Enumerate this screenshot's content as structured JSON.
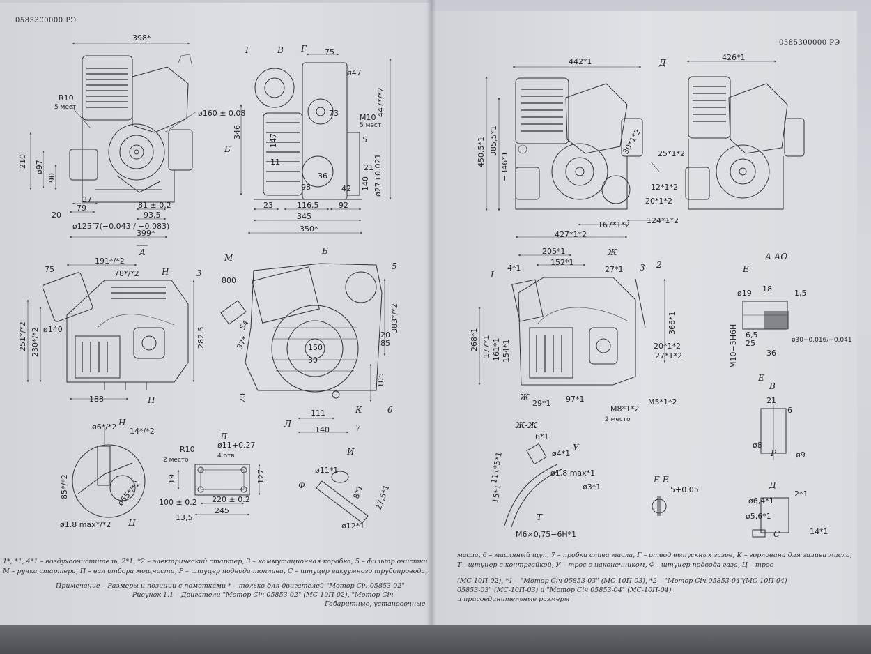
{
  "document_code_left": "0585300000 РЭ",
  "document_code_right": "0585300000 РЭ",
  "views": {
    "A": "А",
    "B": "Б",
    "N": "Н",
    "L": "Л",
    "I": "И",
    "AA": "А-АО",
    "ZhZh": "Ж-Ж",
    "EE": "Е-Е",
    "V": "В",
    "D": "Д",
    "E": "Е"
  },
  "letters": {
    "I": "I",
    "V": "В",
    "G": "Г",
    "D": "Д",
    "M": "М",
    "N": "Н",
    "P": "П",
    "F": "Ф",
    "K": "К",
    "T": "Т",
    "U": "У",
    "R": "Р",
    "C": "С",
    "Ts": "Ц",
    "Zh": "Ж",
    "n1": "1",
    "n2": "2",
    "n3": "3",
    "n4": "4",
    "n5": "5",
    "n6": "6",
    "n7": "7"
  },
  "dimensions_left": {
    "d398": "398*",
    "r10": "R10",
    "r10_note": "5 мест",
    "d160": "ø160 ± 0.08",
    "d210": "210",
    "d97": "ø97",
    "d90": "90",
    "d20": "20",
    "d37": "37",
    "d79": "79",
    "d81": "81 ± 0.2",
    "d93": "93,5",
    "d125": "ø125f7(−0.043 / −0.083)",
    "d399": "399*",
    "d346": "346",
    "d147": "147",
    "d11": "11",
    "d23": "23",
    "d116": "116,5",
    "d92": "92",
    "d345": "345",
    "d350": "350*",
    "d75": "75",
    "d47": "ø47",
    "d73": "73",
    "d98": "98",
    "d36": "36",
    "d42": "42",
    "d447": "447*/*2",
    "m10": "М10",
    "m10_note": "5 мест",
    "d5": "5",
    "d21": "21",
    "d140": "140",
    "d27": "ø27+0.021",
    "d191": "191*/*2",
    "d78": "78*/*2",
    "d75b": "75",
    "d140b": "ø140",
    "d251": "251*/*2",
    "d230": "230*/*2",
    "d282": "282,5",
    "d188": "188",
    "d800": "800",
    "d54": "54",
    "d37b": "37*",
    "d150": "150",
    "d30": "30",
    "d383": "383*/*2",
    "d20b": "20",
    "d85": "85",
    "d105": "105",
    "d20c": "20",
    "d111": "111",
    "d140c": "140",
    "d6": "ø6*/*2",
    "d14": "14*/*2",
    "d85b": "85*/*2",
    "d65": "ø65*/*2",
    "d18max": "ø1.8 max*/*2",
    "r10b": "R10",
    "r10b_note": "2 место",
    "d11b": "ø11+0.27",
    "d11b_note": "4 отв",
    "d19": "19",
    "d127": "127",
    "d100": "100 ± 0.2",
    "d220": "220 ± 0.2",
    "d245": "245",
    "d13": "13,5",
    "d11c": "ø11*1",
    "d8": "8*1",
    "d27c": "27,5*1",
    "d12": "ø12*1"
  },
  "dimensions_right": {
    "d442": "442*1",
    "d426": "426*1",
    "d450": "450,5*1",
    "d385": "385,5*1",
    "d346": "−346*1",
    "d30": "30*1*2",
    "d25": "25*1*2",
    "d12": "12*1*2",
    "d20": "20*1*2",
    "d124": "124*1*2",
    "d167": "167*1*2",
    "d427": "427*1*2",
    "d205": "205*1",
    "d152": "152*1",
    "d27": "27*1",
    "d4": "4*1",
    "d366": "366*1",
    "d268": "268*1",
    "d177": "177*1",
    "d161": "161*1",
    "d154": "154*1",
    "d20b": "20*1*2",
    "d27b": "27*1*2",
    "d29": "29*1",
    "d97": "97*1",
    "m8": "М8*1*2",
    "m8_note": "2 место",
    "m5": "М5*1*2",
    "d6": "6*1",
    "d4b": "ø4*1",
    "d18max": "ø1.8 max*1",
    "d3": "ø3*1",
    "d111": "111*5*1",
    "d15": "15*1",
    "m6": "М6×0,75−6Н*1",
    "d5": "5+0.05",
    "d18": "18",
    "d19": "ø19",
    "d15b": "1,5",
    "d65": "6,5",
    "d25b": "25",
    "d36": "36",
    "d30b": "ø30−0.016/−0.041",
    "m10": "М10−5Н6Н",
    "d21": "21",
    "d6b": "6",
    "d8": "ø8",
    "d9": "ø9",
    "d64": "ø6,4*1",
    "d56": "ø5,6*1",
    "d2": "2*1",
    "d14": "14*1"
  },
  "caption_left": {
    "line1": "1*, *1, 4*1 – воздухоочиститель, 2*1, *2 – электрический стартер, 3 – коммутационная коробка, 5 – фильтр очистки",
    "line2": "М – ручка стартера, П – вал отбора мощности, Р – штуцер подвода топлива, С – штуцер вакуумного трубопровода,",
    "line3": "Примечание – Размеры и позиции с пометками * – только для двигателей \"Мотор Січ 05853-02\"",
    "line4": "Рисунок 1.1 – Двигатели \"Мотор Січ 05853-02\" (МС-10П-02), \"Мотор Січ",
    "line5": "Габаритные, установочные"
  },
  "caption_right": {
    "line1": "масла,  6 – масляный щуп, 7 – пробка слива масла, Г – отвод выпускных газов, К – горловина для залива масла,",
    "line2": "Т - штуцер с контргайкой, У – трос с наконечником, Ф - штуцер подвода газа, Ц – трос",
    "line3": "(МС-10П-02), *1 – \"Мотор Січ 05853-03\" (МС-10П-03), *2 – \"Мотор Січ 05853-04\"(МС-10П-04)",
    "line4": "05853-03\" (МС-10П-03) и \"Мотор Січ 05853-04\" (МС-10П-04)",
    "line5": "и присоединительные размеры"
  }
}
